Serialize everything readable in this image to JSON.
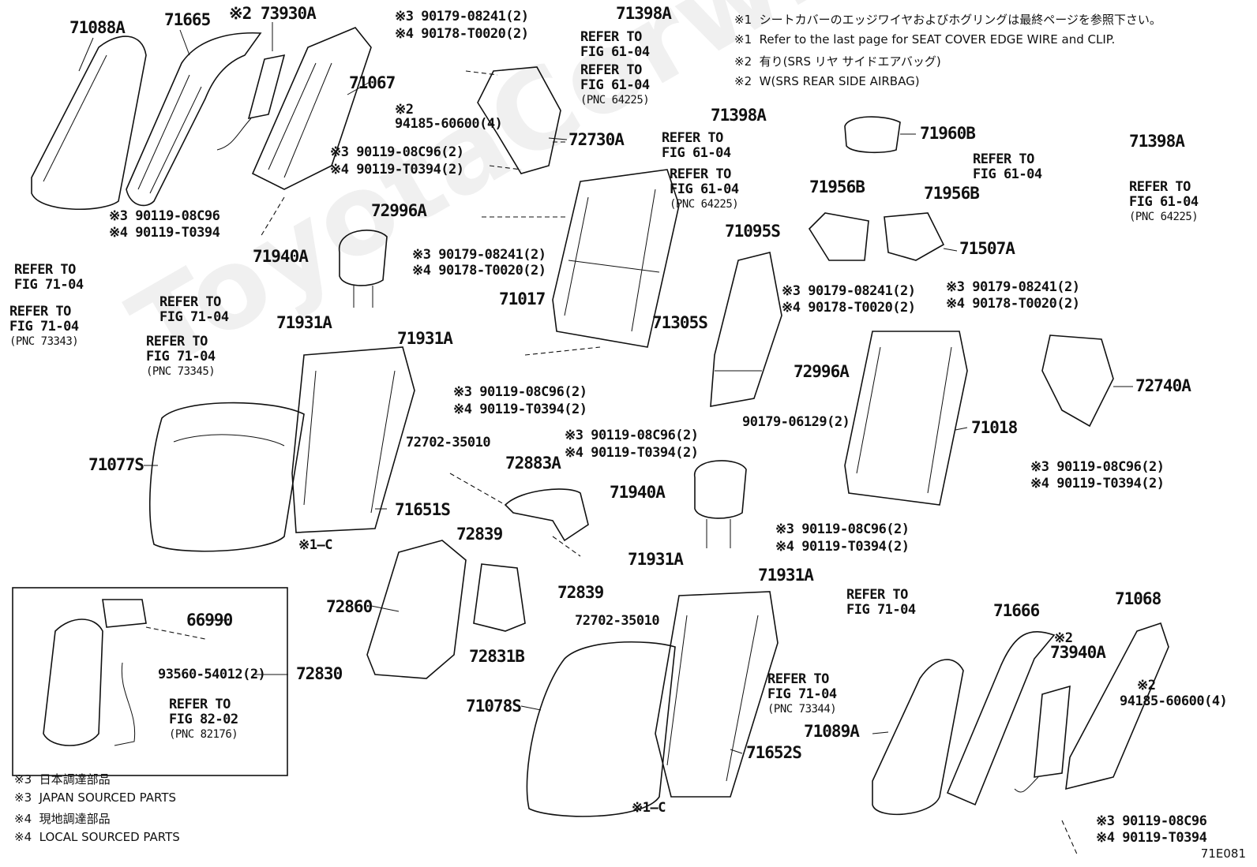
{
  "watermark": "ToyotaCorwire.ru",
  "figure_id": "71E081",
  "notes_top": [
    {
      "mark": "※1",
      "text": "シートカバーのエッジワイヤおよびホグリングは最終ページを参照下さい。"
    },
    {
      "mark": "※1",
      "text": "Refer to the last page for SEAT COVER EDGE WIRE and CLIP."
    },
    {
      "mark": "※2",
      "text": "有り(SRS リヤ サイドエアバッグ)"
    },
    {
      "mark": "※2",
      "text": "W(SRS REAR SIDE AIRBAG)"
    }
  ],
  "notes_bottom": [
    {
      "mark": "※3",
      "text": "日本調達部品"
    },
    {
      "mark": "※3",
      "text": "JAPAN SOURCED PARTS"
    },
    {
      "mark": "※4",
      "text": "現地調達部品"
    },
    {
      "mark": "※4",
      "text": "LOCAL SOURCED PARTS"
    }
  ],
  "part_labels": [
    {
      "id": "p71088A",
      "text": "71088A",
      "big": true
    },
    {
      "id": "p71665",
      "text": "71665",
      "big": true
    },
    {
      "id": "p73930A",
      "text": "※2 73930A",
      "big": true
    },
    {
      "id": "p71067",
      "text": "71067",
      "big": true
    },
    {
      "id": "p94185a",
      "text": "※2"
    },
    {
      "id": "p94185b",
      "text": "94185-60600(4)"
    },
    {
      "id": "pTop3a",
      "text": "※3 90179-08241(2)"
    },
    {
      "id": "pTop4a",
      "text": "※4 90178-T0020(2)"
    },
    {
      "id": "p71398A1",
      "text": "71398A",
      "big": true
    },
    {
      "id": "p72730A",
      "text": "72730A",
      "big": true
    },
    {
      "id": "p3b",
      "text": "※3 90119-08C96(2)"
    },
    {
      "id": "p4b",
      "text": "※4 90119-T0394(2)"
    },
    {
      "id": "p3c",
      "text": "※3 90119-08C96"
    },
    {
      "id": "p4c",
      "text": "※4 90119-T0394"
    },
    {
      "id": "p72996A1",
      "text": "72996A",
      "big": true
    },
    {
      "id": "p3d",
      "text": "※3 90179-08241(2)"
    },
    {
      "id": "p4d",
      "text": "※4 90178-T0020(2)"
    },
    {
      "id": "p71940A1",
      "text": "71940A",
      "big": true
    },
    {
      "id": "p71398A2",
      "text": "71398A",
      "big": true
    },
    {
      "id": "p71960B",
      "text": "71960B",
      "big": true
    },
    {
      "id": "p71956B1",
      "text": "71956B",
      "big": true
    },
    {
      "id": "p71956B2",
      "text": "71956B",
      "big": true
    },
    {
      "id": "p71398A3",
      "text": "71398A",
      "big": true
    },
    {
      "id": "p71095S",
      "text": "71095S",
      "big": true
    },
    {
      "id": "p71507A",
      "text": "71507A",
      "big": true
    },
    {
      "id": "p71017",
      "text": "71017",
      "big": true
    },
    {
      "id": "p71931A1",
      "text": "71931A",
      "big": true
    },
    {
      "id": "p71931A2",
      "text": "71931A",
      "big": true
    },
    {
      "id": "p71305S",
      "text": "71305S",
      "big": true
    },
    {
      "id": "p3e",
      "text": "※3 90179-08241(2)"
    },
    {
      "id": "p4e",
      "text": "※4 90178-T0020(2)"
    },
    {
      "id": "p3f",
      "text": "※3 90179-08241(2)"
    },
    {
      "id": "p4f",
      "text": "※4 90178-T0020(2)"
    },
    {
      "id": "p72996A2",
      "text": "72996A",
      "big": true
    },
    {
      "id": "p90179",
      "text": "90179-06129(2)"
    },
    {
      "id": "p3g",
      "text": "※3 90119-08C96(2)"
    },
    {
      "id": "p4g",
      "text": "※4 90119-T0394(2)"
    },
    {
      "id": "p3h",
      "text": "※3 90119-08C96(2)"
    },
    {
      "id": "p4h",
      "text": "※4 90119-T0394(2)"
    },
    {
      "id": "p72740A",
      "text": "72740A",
      "big": true
    },
    {
      "id": "p71018",
      "text": "71018",
      "big": true
    },
    {
      "id": "p72702a",
      "text": "72702-35010"
    },
    {
      "id": "p72883A",
      "text": "72883A",
      "big": true
    },
    {
      "id": "p71077S",
      "text": "71077S",
      "big": true
    },
    {
      "id": "p71651S",
      "text": "71651S",
      "big": true
    },
    {
      "id": "p72839a",
      "text": "72839",
      "big": true
    },
    {
      "id": "pc1",
      "text": "※1—C"
    },
    {
      "id": "p3i",
      "text": "※3 90119-08C96(2)"
    },
    {
      "id": "p4i",
      "text": "※4 90119-T0394(2)"
    },
    {
      "id": "p3j",
      "text": "※3 90119-08C96(2)"
    },
    {
      "id": "p4j",
      "text": "※4 90119-T0394(2)"
    },
    {
      "id": "p71940A2",
      "text": "71940A",
      "big": true
    },
    {
      "id": "p71931A3",
      "text": "71931A",
      "big": true
    },
    {
      "id": "p71931A4",
      "text": "71931A",
      "big": true
    },
    {
      "id": "p72839b",
      "text": "72839",
      "big": true
    },
    {
      "id": "p72702b",
      "text": "72702-35010"
    },
    {
      "id": "p72860",
      "text": "72860",
      "big": true
    },
    {
      "id": "p72831B",
      "text": "72831B",
      "big": true
    },
    {
      "id": "p66990",
      "text": "66990",
      "big": true
    },
    {
      "id": "p93560",
      "text": "93560-54012(2)"
    },
    {
      "id": "p72830",
      "text": "72830",
      "big": true
    },
    {
      "id": "p71078S",
      "text": "71078S",
      "big": true
    },
    {
      "id": "p71652S",
      "text": "71652S",
      "big": true
    },
    {
      "id": "pc2",
      "text": "※1—C"
    },
    {
      "id": "p71666",
      "text": "71666",
      "big": true
    },
    {
      "id": "p71068",
      "text": "71068",
      "big": true
    },
    {
      "id": "p73940A2",
      "text": "※2"
    },
    {
      "id": "p73940A",
      "text": "73940A",
      "big": true
    },
    {
      "id": "p94185c",
      "text": "※2"
    },
    {
      "id": "p94185d",
      "text": "94185-60600(4)"
    },
    {
      "id": "p71089A",
      "text": "71089A",
      "big": true
    },
    {
      "id": "p3k",
      "text": "※3 90119-08C96"
    },
    {
      "id": "p4k",
      "text": "※4 90119-T0394"
    }
  ],
  "refs": [
    {
      "id": "r1",
      "lines": [
        "REFER TO",
        "FIG 61-04"
      ]
    },
    {
      "id": "r2",
      "lines": [
        "REFER TO",
        "FIG 61-04"
      ],
      "pnc": "(PNC 64225)"
    },
    {
      "id": "r3",
      "lines": [
        "REFER TO",
        "FIG 61-04"
      ]
    },
    {
      "id": "r4",
      "lines": [
        "REFER TO",
        "FIG 61-04"
      ],
      "pnc": "(PNC 64225)"
    },
    {
      "id": "r5",
      "lines": [
        "REFER TO",
        "FIG 61-04"
      ]
    },
    {
      "id": "r6",
      "lines": [
        "REFER TO",
        "FIG 61-04"
      ],
      "pnc": "(PNC 64225)"
    },
    {
      "id": "r7",
      "lines": [
        "REFER TO",
        "FIG 71-04"
      ]
    },
    {
      "id": "r8",
      "lines": [
        "REFER TO",
        "FIG 71-04"
      ],
      "pnc": "(PNC 73343)"
    },
    {
      "id": "r9",
      "lines": [
        "REFER TO",
        "FIG 71-04"
      ]
    },
    {
      "id": "r10",
      "lines": [
        "REFER TO",
        "FIG 71-04"
      ],
      "pnc": "(PNC 73345)"
    },
    {
      "id": "r11",
      "lines": [
        "REFER TO",
        "FIG 71-04"
      ]
    },
    {
      "id": "r12",
      "lines": [
        "REFER TO",
        "FIG 71-04"
      ],
      "pnc": "(PNC 73344)"
    },
    {
      "id": "r13",
      "lines": [
        "REFER TO",
        "FIG 82-02"
      ],
      "pnc": "(PNC 82176)"
    }
  ]
}
